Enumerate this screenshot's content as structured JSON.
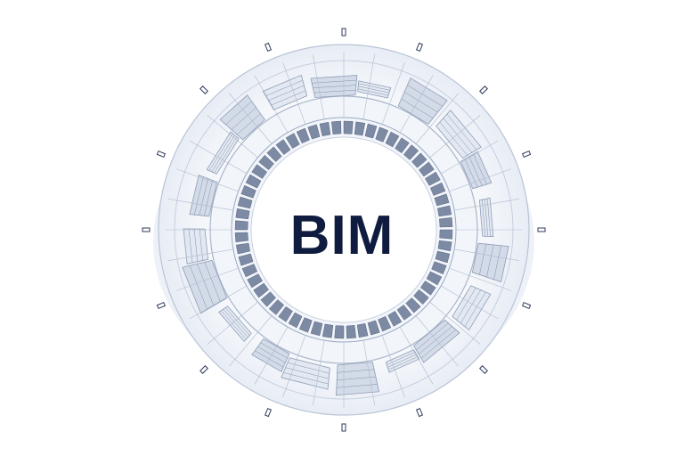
{
  "title": "BIM",
  "colors": {
    "title_text": "#0f1c3f",
    "structure_light": "#e6ebf3",
    "structure_mid": "#cfd8e6",
    "line": "#8c9bb4",
    "dark_detail": "#3a4666",
    "background": "#ffffff"
  },
  "icons": [
    "circular-building-model",
    "tick-marks"
  ]
}
